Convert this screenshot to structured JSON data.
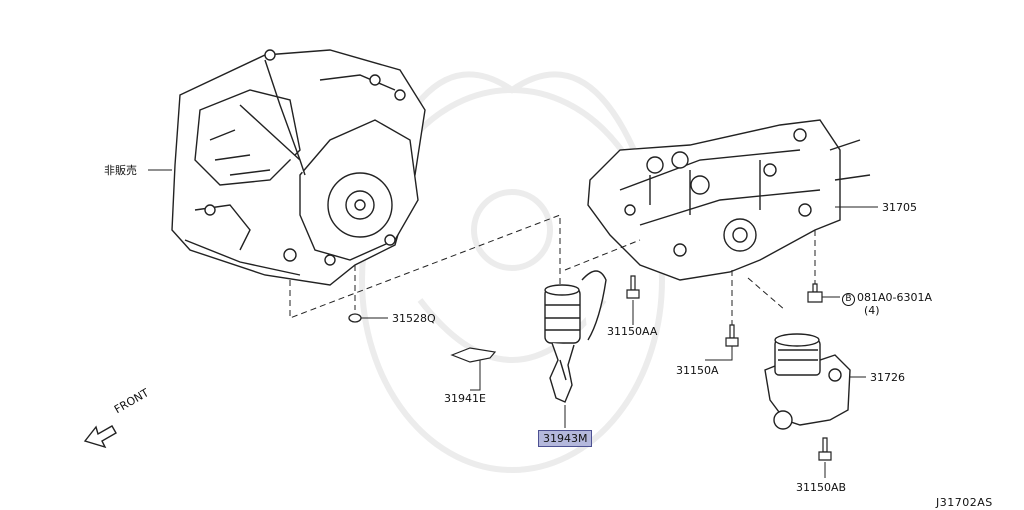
{
  "colors": {
    "line": "#222222",
    "highlight_fill": "#b4b8dc",
    "highlight_border": "#4d5192",
    "watermark": "#ececec"
  },
  "labels": {
    "not_sold": "非販売",
    "p31705": "31705",
    "p31528q": "31528Q",
    "p31150aa": "31150AA",
    "bolt_circle": "B",
    "bolt_code": "081A0-6301A",
    "bolt_qty": "(4)",
    "p31150a": "31150A",
    "p31726": "31726",
    "p31941e": "31941E",
    "p31943m": "31943M",
    "p31150ab": "31150AB",
    "front": "FRONT",
    "figure_id": "J31702AS"
  }
}
